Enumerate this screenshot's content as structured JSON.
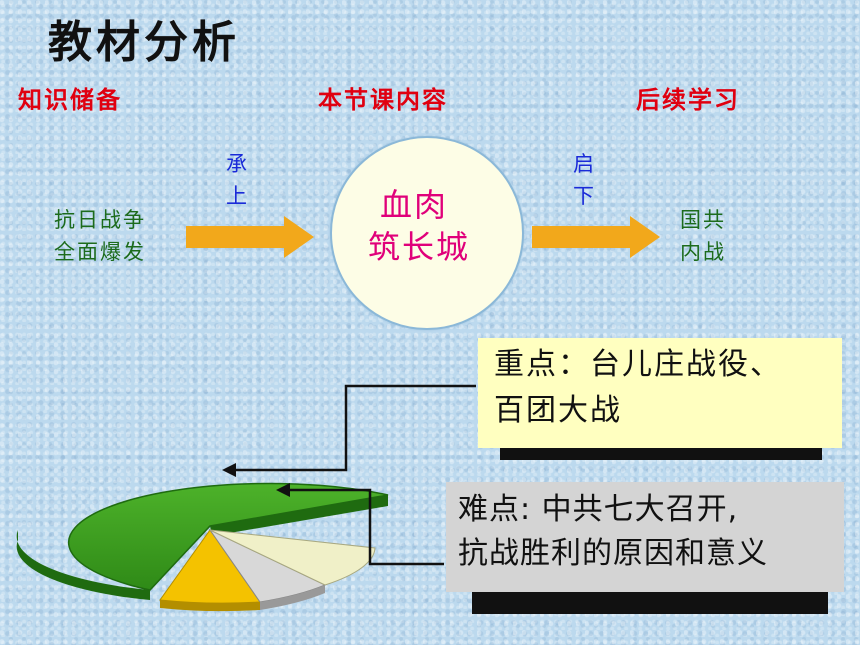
{
  "title": "教材分析",
  "headers": {
    "prior_knowledge": "知识储备",
    "lesson_content": "本节课内容",
    "followup": "后续学习"
  },
  "left_topic": [
    "抗日战争",
    "全面爆发"
  ],
  "connector_left": [
    "承",
    "上"
  ],
  "center_topic": [
    "血肉",
    "筑长城"
  ],
  "connector_right": [
    "启",
    "下"
  ],
  "right_topic": [
    "国共",
    "内战"
  ],
  "key_point": [
    "重点：台儿庄战役、",
    "百团大战"
  ],
  "difficult_point": [
    "难点: 中共七大召开,",
    "抗战胜利的原因和意义"
  ],
  "colors": {
    "background": "#bcd9ee",
    "header_red": "#e00010",
    "label_green": "#1c6b1c",
    "label_blue": "#1a2bd8",
    "center_pink": "#e0007a",
    "arrow_orange": "#f2a81b",
    "pie_green": "#3a9a1e",
    "pie_yellow": "#f4c200",
    "pie_gray": "#c9c9c9",
    "pie_cream": "#f0f0c8"
  }
}
